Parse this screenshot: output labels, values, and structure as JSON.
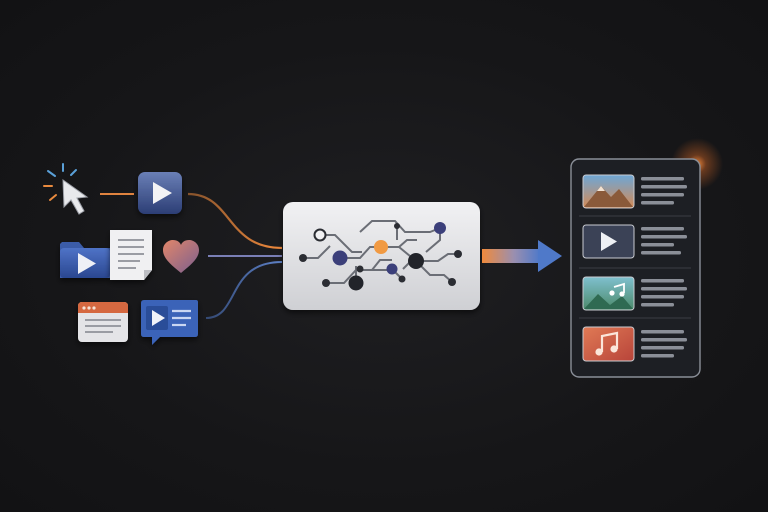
{
  "colors": {
    "background": "#161618",
    "accent_orange": "#f08a3c",
    "accent_blue": "#4f79c9",
    "card_dark": "#2a2c33",
    "panel_light": "#e6e6e8"
  },
  "inputs": [
    {
      "kind": "click",
      "icon": "cursor-click-icon"
    },
    {
      "kind": "video",
      "icon": "play-video-icon"
    },
    {
      "kind": "folder-video",
      "icon": "folder-video-icon"
    },
    {
      "kind": "document",
      "icon": "document-icon"
    },
    {
      "kind": "like",
      "icon": "heart-icon"
    },
    {
      "kind": "webpage",
      "icon": "browser-window-icon"
    },
    {
      "kind": "video-chat",
      "icon": "video-message-icon"
    }
  ],
  "processor": {
    "icon": "neural-network-icon"
  },
  "output": {
    "items": [
      {
        "icon": "landscape-image-icon"
      },
      {
        "icon": "play-video-icon"
      },
      {
        "icon": "music-landscape-icon"
      },
      {
        "icon": "music-note-icon"
      }
    ]
  }
}
